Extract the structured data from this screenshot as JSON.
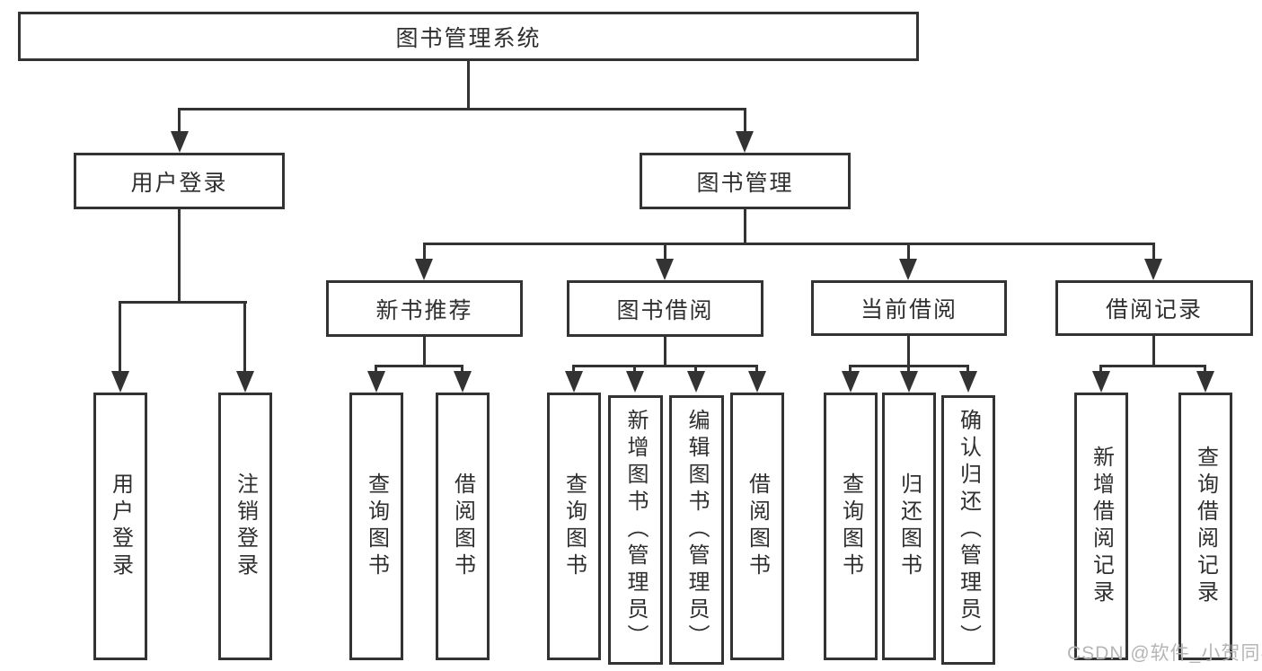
{
  "diagram": {
    "root": {
      "label": "图书管理系统"
    },
    "level2": [
      {
        "label": "用户登录"
      },
      {
        "label": "图书管理"
      }
    ],
    "level3": [
      {
        "label": "新书推荐"
      },
      {
        "label": "图书借阅"
      },
      {
        "label": "当前借阅"
      },
      {
        "label": "借阅记录"
      }
    ],
    "leaves": {
      "user_login": [
        {
          "label": "用户登录"
        },
        {
          "label": "注销登录"
        }
      ],
      "new_book_recommend": [
        {
          "label": "查询图书"
        },
        {
          "label": "借阅图书"
        }
      ],
      "book_borrow": [
        {
          "label": "查询图书"
        },
        {
          "label": "新增图书（管理员）"
        },
        {
          "label": "编辑图书（管理员）"
        },
        {
          "label": "借阅图书"
        }
      ],
      "current_borrow": [
        {
          "label": "查询图书"
        },
        {
          "label": "归还图书"
        },
        {
          "label": "确认归还（管理员）"
        }
      ],
      "borrow_records": [
        {
          "label": "新增借阅记录"
        },
        {
          "label": "查询借阅记录"
        }
      ]
    }
  },
  "watermark": {
    "text": "CSDN @软件_小贺同学"
  },
  "colors": {
    "line": "#333333",
    "text": "#2f2f2f",
    "watermark": "#b5b5b5",
    "background": "#ffffff"
  }
}
